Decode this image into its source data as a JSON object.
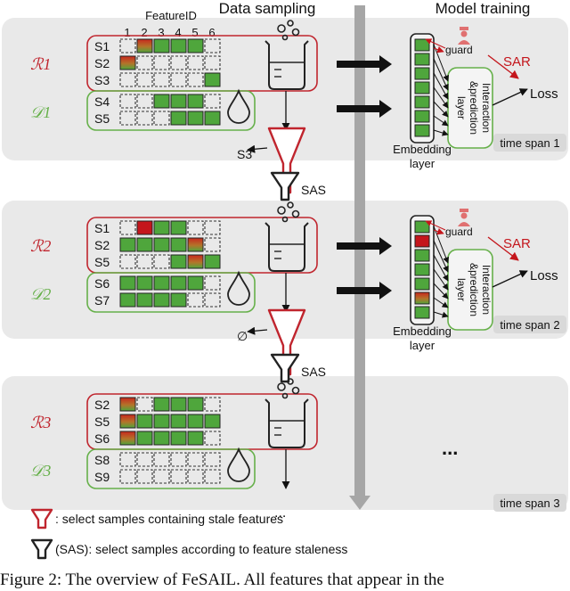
{
  "headers": {
    "sampling": "Data sampling",
    "training": "Model training"
  },
  "feature_id_label": "FeatureID",
  "feature_ids": [
    "1",
    "2",
    "3",
    "4",
    "5",
    "6"
  ],
  "spans": [
    {
      "label": "time span 1",
      "r_label": "ℛ1",
      "d_label": "𝒟1",
      "r_rows": [
        {
          "sample": "S1",
          "cells": [
            "empty",
            "stale",
            "fresh",
            "fresh",
            "fresh",
            "empty"
          ]
        },
        {
          "sample": "S2",
          "cells": [
            "stale",
            "empty",
            "empty",
            "empty",
            "empty",
            "empty"
          ]
        },
        {
          "sample": "S3",
          "cells": [
            "empty",
            "empty",
            "empty",
            "empty",
            "empty",
            "fresh"
          ]
        }
      ],
      "d_rows": [
        {
          "sample": "S4",
          "cells": [
            "empty",
            "empty",
            "fresh",
            "fresh",
            "fresh",
            "empty"
          ]
        },
        {
          "sample": "S5",
          "cells": [
            "empty",
            "empty",
            "empty",
            "fresh",
            "fresh",
            "fresh"
          ]
        }
      ],
      "filter_output": "S3",
      "embedding": [
        "fresh",
        "fresh",
        "fresh",
        "fresh",
        "fresh",
        "fresh",
        "fresh"
      ],
      "model_label": "Interaction &prediction layer",
      "guard": "guard",
      "sar": "SAR",
      "loss": "Loss",
      "embedding_label": "Embedding layer"
    },
    {
      "label": "time span 2",
      "r_label": "ℛ2",
      "d_label": "𝒟2",
      "r_rows": [
        {
          "sample": "S1",
          "cells": [
            "empty",
            "red",
            "fresh",
            "fresh",
            "empty",
            "empty"
          ]
        },
        {
          "sample": "S2",
          "cells": [
            "fresh",
            "fresh",
            "fresh",
            "fresh",
            "stale",
            "empty"
          ]
        },
        {
          "sample": "S5",
          "cells": [
            "empty",
            "empty",
            "empty",
            "fresh",
            "stale",
            "fresh"
          ]
        }
      ],
      "d_rows": [
        {
          "sample": "S6",
          "cells": [
            "fresh",
            "fresh",
            "fresh",
            "fresh",
            "fresh",
            "empty"
          ]
        },
        {
          "sample": "S7",
          "cells": [
            "fresh",
            "fresh",
            "fresh",
            "fresh",
            "empty",
            "empty"
          ]
        }
      ],
      "filter_output": "∅",
      "embedding": [
        "fresh",
        "red",
        "fresh",
        "fresh",
        "fresh",
        "stale",
        "fresh"
      ],
      "model_label": "Interaction &prediction layer",
      "guard": "guard",
      "sar": "SAR",
      "loss": "Loss",
      "embedding_label": "Embedding layer"
    },
    {
      "label": "time span 3",
      "r_label": "ℛ3",
      "d_label": "𝒟3",
      "r_rows": [
        {
          "sample": "S2",
          "cells": [
            "stale",
            "empty",
            "fresh",
            "fresh",
            "fresh",
            "empty"
          ]
        },
        {
          "sample": "S5",
          "cells": [
            "stale",
            "fresh",
            "fresh",
            "fresh",
            "fresh",
            "fresh"
          ]
        },
        {
          "sample": "S6",
          "cells": [
            "stale",
            "fresh",
            "fresh",
            "fresh",
            "fresh",
            "empty"
          ]
        }
      ],
      "d_rows": [
        {
          "sample": "S8",
          "cells": [
            "empty",
            "empty",
            "empty",
            "empty",
            "empty",
            "empty"
          ]
        },
        {
          "sample": "S9",
          "cells": [
            "empty",
            "empty",
            "empty",
            "empty",
            "empty",
            "empty"
          ]
        }
      ],
      "ellipsis_below": "...",
      "ellipsis_right": "..."
    }
  ],
  "sas_label": "SAS",
  "legend": [
    {
      "text": ": select samples containing stale features"
    },
    {
      "text": "(SAS): select samples according to feature staleness"
    }
  ],
  "caption": "Figure 2: The overview of FeSAIL. All features that appear in the",
  "colors": {
    "panel": "#e9e9e9",
    "r_border": "#c0252e",
    "d_border": "#66b04a",
    "fresh": "#4fa63c",
    "red": "#c4161c",
    "stale_top": "#c8281e",
    "stale_bottom": "#4fa63c",
    "timeline": "#a6a6a6"
  }
}
